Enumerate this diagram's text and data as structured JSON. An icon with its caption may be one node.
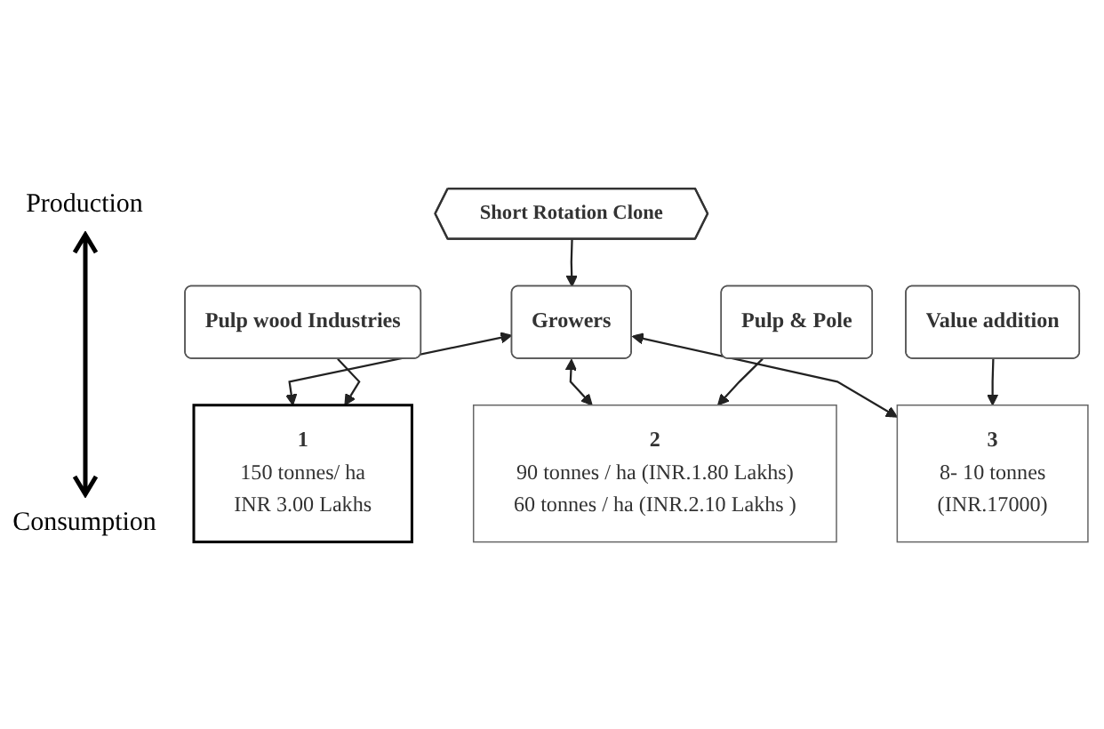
{
  "diagram": {
    "nodes": [
      {
        "text": [
          "Short Rotation Clone"
        ]
      },
      {
        "text": [
          "Growers"
        ]
      },
      {
        "text": [
          "1",
          "150 tonnes/ ha",
          "INR 3.00 Lakhs"
        ]
      },
      {
        "text": [
          "2",
          "90 tonnes / ha (INR.1.80 Lakhs)",
          "60 tonnes / ha (INR.2.10 Lakhs )"
        ]
      },
      {
        "text": [
          "3",
          "8- 10 tonnes",
          "(INR.17000)"
        ]
      },
      {
        "text": [
          "Pulp wood Industries"
        ]
      },
      {
        "text": [
          "Pulp & Pole"
        ]
      },
      {
        "text": [
          "Value addition"
        ]
      }
    ],
    "edges": [
      {
        "from": 0,
        "to": 1,
        "arrow": "to"
      },
      {
        "from": 1,
        "to": 2,
        "arrow": "both"
      },
      {
        "from": 1,
        "to": 3,
        "arrow": "both"
      },
      {
        "from": 1,
        "to": 4,
        "arrow": "both"
      },
      {
        "from": 5,
        "to": 2,
        "arrow": "to"
      },
      {
        "from": 6,
        "to": 3,
        "arrow": "to"
      },
      {
        "from": 7,
        "to": 4,
        "arrow": "to"
      }
    ],
    "labels": [
      "Production",
      "Consumption"
    ]
  }
}
